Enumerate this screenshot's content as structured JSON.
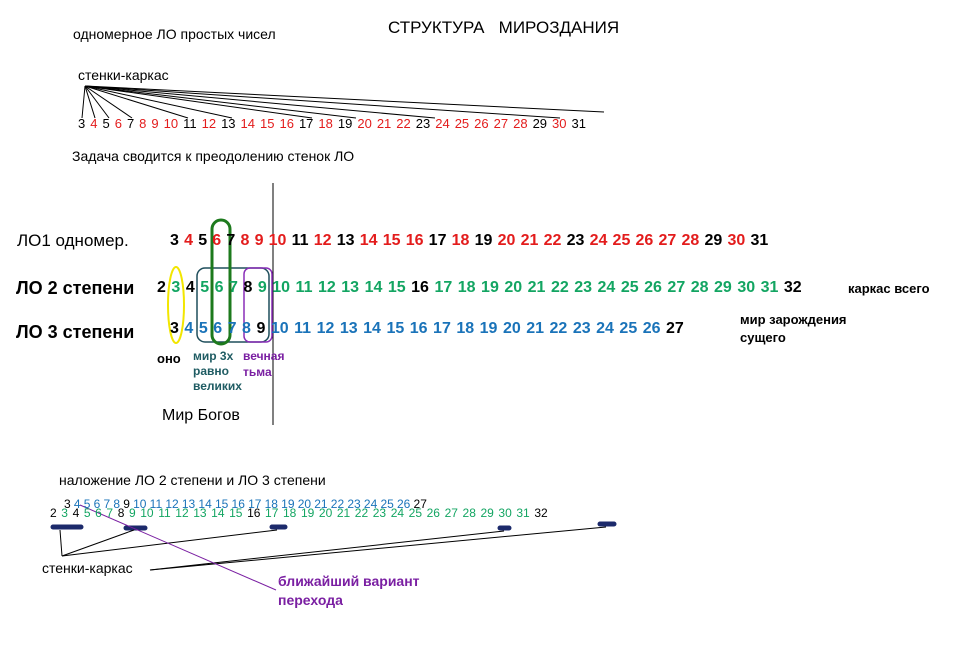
{
  "title": "СТРУКТУРА   МИРОЗДАНИЯ",
  "top": {
    "heading": "одномерное ЛО простых чисел",
    "frame_label": "стенки-каркас",
    "numbers": [
      {
        "n": "3",
        "c": "blk"
      },
      {
        "n": "4",
        "c": "red"
      },
      {
        "n": "5",
        "c": "blk"
      },
      {
        "n": "6",
        "c": "red"
      },
      {
        "n": "7",
        "c": "blk"
      },
      {
        "n": "8",
        "c": "red"
      },
      {
        "n": "9",
        "c": "red"
      },
      {
        "n": "10",
        "c": "red"
      },
      {
        "n": "11",
        "c": "blk"
      },
      {
        "n": "12",
        "c": "red"
      },
      {
        "n": "13",
        "c": "blk"
      },
      {
        "n": "14",
        "c": "red"
      },
      {
        "n": "15",
        "c": "red"
      },
      {
        "n": "16",
        "c": "red"
      },
      {
        "n": "17",
        "c": "blk"
      },
      {
        "n": "18",
        "c": "red"
      },
      {
        "n": "19",
        "c": "blk"
      },
      {
        "n": "20",
        "c": "red"
      },
      {
        "n": "21",
        "c": "red"
      },
      {
        "n": "22",
        "c": "red"
      },
      {
        "n": "23",
        "c": "blk"
      },
      {
        "n": "24",
        "c": "red"
      },
      {
        "n": "25",
        "c": "red"
      },
      {
        "n": "26",
        "c": "red"
      },
      {
        "n": "27",
        "c": "red"
      },
      {
        "n": "28",
        "c": "red"
      },
      {
        "n": "29",
        "c": "blk"
      },
      {
        "n": "30",
        "c": "red"
      },
      {
        "n": "31",
        "c": "blk"
      }
    ],
    "task_text": "Задача сводится к преодолению стенок ЛО"
  },
  "middle": {
    "lo1_label": "ЛО1 одномер.",
    "lo1_numbers": [
      {
        "n": "3",
        "c": "blk"
      },
      {
        "n": "4",
        "c": "red"
      },
      {
        "n": "5",
        "c": "blk"
      },
      {
        "n": "6",
        "c": "red"
      },
      {
        "n": "7",
        "c": "blk"
      },
      {
        "n": "8",
        "c": "red"
      },
      {
        "n": "9",
        "c": "red"
      },
      {
        "n": "10",
        "c": "red"
      },
      {
        "n": "11",
        "c": "blk"
      },
      {
        "n": "12",
        "c": "red"
      },
      {
        "n": "13",
        "c": "blk"
      },
      {
        "n": "14",
        "c": "red"
      },
      {
        "n": "15",
        "c": "red"
      },
      {
        "n": "16",
        "c": "red"
      },
      {
        "n": "17",
        "c": "blk"
      },
      {
        "n": "18",
        "c": "red"
      },
      {
        "n": "19",
        "c": "blk"
      },
      {
        "n": "20",
        "c": "red"
      },
      {
        "n": "21",
        "c": "red"
      },
      {
        "n": "22",
        "c": "red"
      },
      {
        "n": "23",
        "c": "blk"
      },
      {
        "n": "24",
        "c": "red"
      },
      {
        "n": "25",
        "c": "red"
      },
      {
        "n": "26",
        "c": "red"
      },
      {
        "n": "27",
        "c": "red"
      },
      {
        "n": "28",
        "c": "red"
      },
      {
        "n": "29",
        "c": "blk"
      },
      {
        "n": "30",
        "c": "red"
      },
      {
        "n": "31",
        "c": "blk"
      }
    ],
    "lo2_label": "ЛО 2 степени",
    "lo2_numbers": [
      {
        "n": "2",
        "c": "blk"
      },
      {
        "n": "3",
        "c": "grn"
      },
      {
        "n": "4",
        "c": "blk"
      },
      {
        "n": "5",
        "c": "grn"
      },
      {
        "n": "6",
        "c": "grn"
      },
      {
        "n": "7",
        "c": "grn"
      },
      {
        "n": "8",
        "c": "blk"
      },
      {
        "n": "9",
        "c": "grn"
      },
      {
        "n": "10",
        "c": "grn"
      },
      {
        "n": "11",
        "c": "grn"
      },
      {
        "n": "12",
        "c": "grn"
      },
      {
        "n": "13",
        "c": "grn"
      },
      {
        "n": "14",
        "c": "grn"
      },
      {
        "n": "15",
        "c": "grn"
      },
      {
        "n": "16",
        "c": "blk"
      },
      {
        "n": "17",
        "c": "grn"
      },
      {
        "n": "18",
        "c": "grn"
      },
      {
        "n": "19",
        "c": "grn"
      },
      {
        "n": "20",
        "c": "grn"
      },
      {
        "n": "21",
        "c": "grn"
      },
      {
        "n": "22",
        "c": "grn"
      },
      {
        "n": "23",
        "c": "grn"
      },
      {
        "n": "24",
        "c": "grn"
      },
      {
        "n": "25",
        "c": "grn"
      },
      {
        "n": "26",
        "c": "grn"
      },
      {
        "n": "27",
        "c": "grn"
      },
      {
        "n": "28",
        "c": "grn"
      },
      {
        "n": "29",
        "c": "grn"
      },
      {
        "n": "30",
        "c": "grn"
      },
      {
        "n": "31",
        "c": "grn"
      },
      {
        "n": "32",
        "c": "blk"
      }
    ],
    "lo2_note": "каркас всего",
    "lo3_label": "ЛО 3 степени",
    "lo3_numbers": [
      {
        "n": "3",
        "c": "blk"
      },
      {
        "n": "4",
        "c": "blu"
      },
      {
        "n": "5",
        "c": "blu"
      },
      {
        "n": "6",
        "c": "blu"
      },
      {
        "n": "7",
        "c": "blu"
      },
      {
        "n": "8",
        "c": "blu"
      },
      {
        "n": "9",
        "c": "blk"
      },
      {
        "n": "10",
        "c": "blu"
      },
      {
        "n": "11",
        "c": "blu"
      },
      {
        "n": "12",
        "c": "blu"
      },
      {
        "n": "13",
        "c": "blu"
      },
      {
        "n": "14",
        "c": "blu"
      },
      {
        "n": "15",
        "c": "blu"
      },
      {
        "n": "16",
        "c": "blu"
      },
      {
        "n": "17",
        "c": "blu"
      },
      {
        "n": "18",
        "c": "blu"
      },
      {
        "n": "19",
        "c": "blu"
      },
      {
        "n": "20",
        "c": "blu"
      },
      {
        "n": "21",
        "c": "blu"
      },
      {
        "n": "22",
        "c": "blu"
      },
      {
        "n": "23",
        "c": "blu"
      },
      {
        "n": "24",
        "c": "blu"
      },
      {
        "n": "25",
        "c": "blu"
      },
      {
        "n": "26",
        "c": "blu"
      },
      {
        "n": "27",
        "c": "blk"
      }
    ],
    "lo3_note_line1": "мир зарождения",
    "lo3_note_line2": "сущего",
    "ono": "оно",
    "equal_line1": "мир 3х",
    "equal_line2": "равно",
    "equal_line3": "великих",
    "dark_line1": "вечная",
    "dark_line2": "тьма",
    "gods": "Мир Богов"
  },
  "bottom": {
    "heading": "наложение ЛО 2 степени и ЛО 3 степени",
    "row_upper": [
      {
        "n": "3",
        "c": "blk"
      },
      {
        "n": "4",
        "c": "blu"
      },
      {
        "n": "5",
        "c": "blu"
      },
      {
        "n": "6",
        "c": "blu"
      },
      {
        "n": "7",
        "c": "blu"
      },
      {
        "n": "8",
        "c": "blu"
      },
      {
        "n": "9",
        "c": "blk"
      },
      {
        "n": "10",
        "c": "blu"
      },
      {
        "n": "11",
        "c": "blu"
      },
      {
        "n": "12",
        "c": "blu"
      },
      {
        "n": "13",
        "c": "blu"
      },
      {
        "n": "14",
        "c": "blu"
      },
      {
        "n": "15",
        "c": "blu"
      },
      {
        "n": "16",
        "c": "blu"
      },
      {
        "n": "17",
        "c": "blu"
      },
      {
        "n": "18",
        "c": "blu"
      },
      {
        "n": "19",
        "c": "blu"
      },
      {
        "n": "20",
        "c": "blu"
      },
      {
        "n": "21",
        "c": "blu"
      },
      {
        "n": "22",
        "c": "blu"
      },
      {
        "n": "23",
        "c": "blu"
      },
      {
        "n": "24",
        "c": "blu"
      },
      {
        "n": "25",
        "c": "blu"
      },
      {
        "n": "26",
        "c": "blu"
      },
      {
        "n": "27",
        "c": "blk"
      }
    ],
    "row_lower": [
      {
        "n": "2",
        "c": "blk"
      },
      {
        "n": "3",
        "c": "grn"
      },
      {
        "n": "4",
        "c": "blk"
      },
      {
        "n": "5",
        "c": "grn"
      },
      {
        "n": "6",
        "c": "grn"
      },
      {
        "n": "7",
        "c": "grn"
      },
      {
        "n": "8",
        "c": "blk"
      },
      {
        "n": "9",
        "c": "grn"
      },
      {
        "n": "10",
        "c": "grn"
      },
      {
        "n": "11",
        "c": "grn"
      },
      {
        "n": "12",
        "c": "grn"
      },
      {
        "n": "13",
        "c": "grn"
      },
      {
        "n": "14",
        "c": "grn"
      },
      {
        "n": "15",
        "c": "grn"
      },
      {
        "n": "16",
        "c": "blk"
      },
      {
        "n": "17",
        "c": "grn"
      },
      {
        "n": "18",
        "c": "grn"
      },
      {
        "n": "19",
        "c": "grn"
      },
      {
        "n": "20",
        "c": "grn"
      },
      {
        "n": "21",
        "c": "grn"
      },
      {
        "n": "22",
        "c": "grn"
      },
      {
        "n": "23",
        "c": "grn"
      },
      {
        "n": "24",
        "c": "grn"
      },
      {
        "n": "25",
        "c": "grn"
      },
      {
        "n": "26",
        "c": "grn"
      },
      {
        "n": "27",
        "c": "grn"
      },
      {
        "n": "28",
        "c": "grn"
      },
      {
        "n": "29",
        "c": "grn"
      },
      {
        "n": "30",
        "c": "grn"
      },
      {
        "n": "31",
        "c": "grn"
      },
      {
        "n": "32",
        "c": "blk"
      }
    ],
    "frame_label": "стенки-каркас",
    "transition_line1": "ближайший вариант",
    "transition_line2": "перехода"
  },
  "colors": {
    "red": "#e31c1c",
    "black": "#000000",
    "green": "#13a562",
    "blue": "#1a73b9",
    "purple": "#7a1fa2",
    "yellow": "#f2e600",
    "navy": "#1c2a6b",
    "dark_green_box": "#1d7a1d"
  }
}
